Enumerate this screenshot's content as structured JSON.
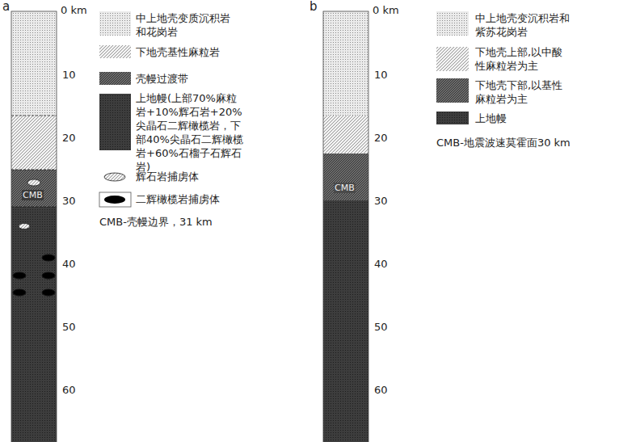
{
  "diagram": {
    "labels": [
      "a",
      "0 km",
      "10",
      "20",
      "30",
      "40",
      "50",
      "60",
      "CMB",
      "CMB-壳幔边界，31 km",
      "b",
      "0 km",
      "10",
      "20",
      "30",
      "40",
      "50",
      "60",
      "CMB",
      "CMB-地震波速莫霍面30 km"
    ],
    "legend": [
      {
        "text": "中上地壳变质沉积岩和花岗岩"
      },
      {
        "text": "下地壳基性麻粒岩"
      },
      {
        "text": "壳幔过渡带"
      },
      {
        "text": "上地幔(上部70%麻粒岩+10%辉石岩+20%尖晶石二辉橄榄岩，下部40%尖晶石二辉橄榄岩+60%石榴子石辉石岩)"
      },
      {
        "text": "辉石岩捕虏体"
      },
      {
        "text": "二辉橄榄岩捕虏体"
      },
      {
        "text": "中上地壳变沉积岩和紫苏花岗岩"
      },
      {
        "text": "下地壳上部,以中酸性麻粒岩为主"
      },
      {
        "text": "下地壳下部,以基性麻粒岩为主"
      },
      {
        "text": "上地幔"
      }
    ]
  }
}
